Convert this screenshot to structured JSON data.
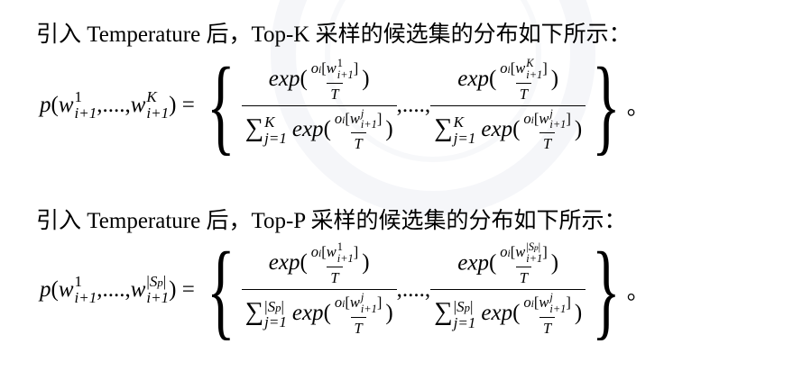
{
  "text": {
    "line1": "引入 Temperature 后，Top-K 采样的候选集的分布如下所示：",
    "line2": "引入 Temperature 后，Top-P 采样的候选集的分布如下所示："
  },
  "math": {
    "p": "p",
    "w": "w",
    "o": "o",
    "i": "i",
    "ip1": "i+1",
    "one": "1",
    "j": "j",
    "j1": "j=1",
    "T": "T",
    "exp": "exp",
    "sum": "∑",
    "dots": "....",
    "eq": "=",
    "K": "K",
    "S": "S",
    "Ssub": "p",
    "bar": "|",
    "lp": "(",
    "rp": ")",
    "lb": "[",
    "rb": "]",
    "comma": ",",
    "lbrace": "{",
    "rbrace": "}",
    "period": "。"
  }
}
